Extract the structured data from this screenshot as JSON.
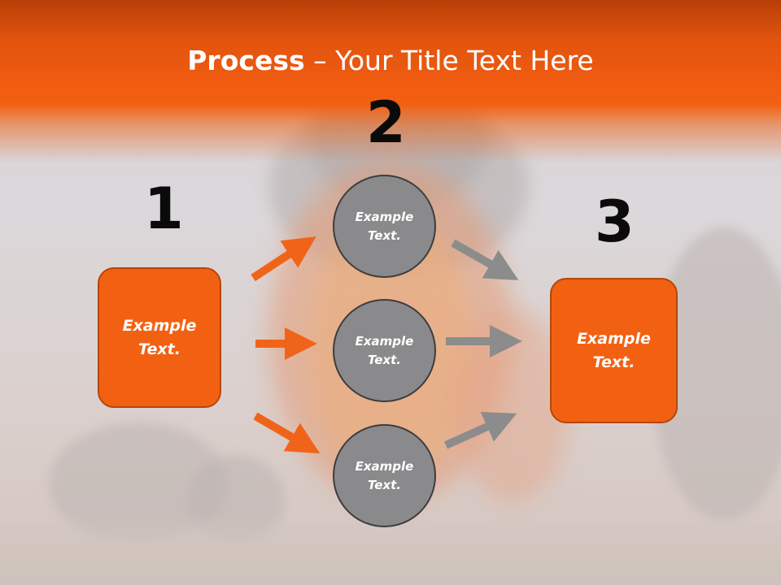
{
  "title": {
    "bold": "Process",
    "rest": " – Your Title Text Here"
  },
  "steps": {
    "one": {
      "number": "1",
      "text": "Example Text."
    },
    "two": {
      "number": "2"
    },
    "three": {
      "number": "3",
      "text": "Example Text."
    }
  },
  "circles": [
    {
      "text": "Example Text."
    },
    {
      "text": "Example Text."
    },
    {
      "text": "Example Text."
    }
  ],
  "colors": {
    "accent": "#f26112",
    "circle": "#8a8a8c",
    "arrow_orange": "#f0641a",
    "arrow_gray": "#8c8c8c"
  }
}
